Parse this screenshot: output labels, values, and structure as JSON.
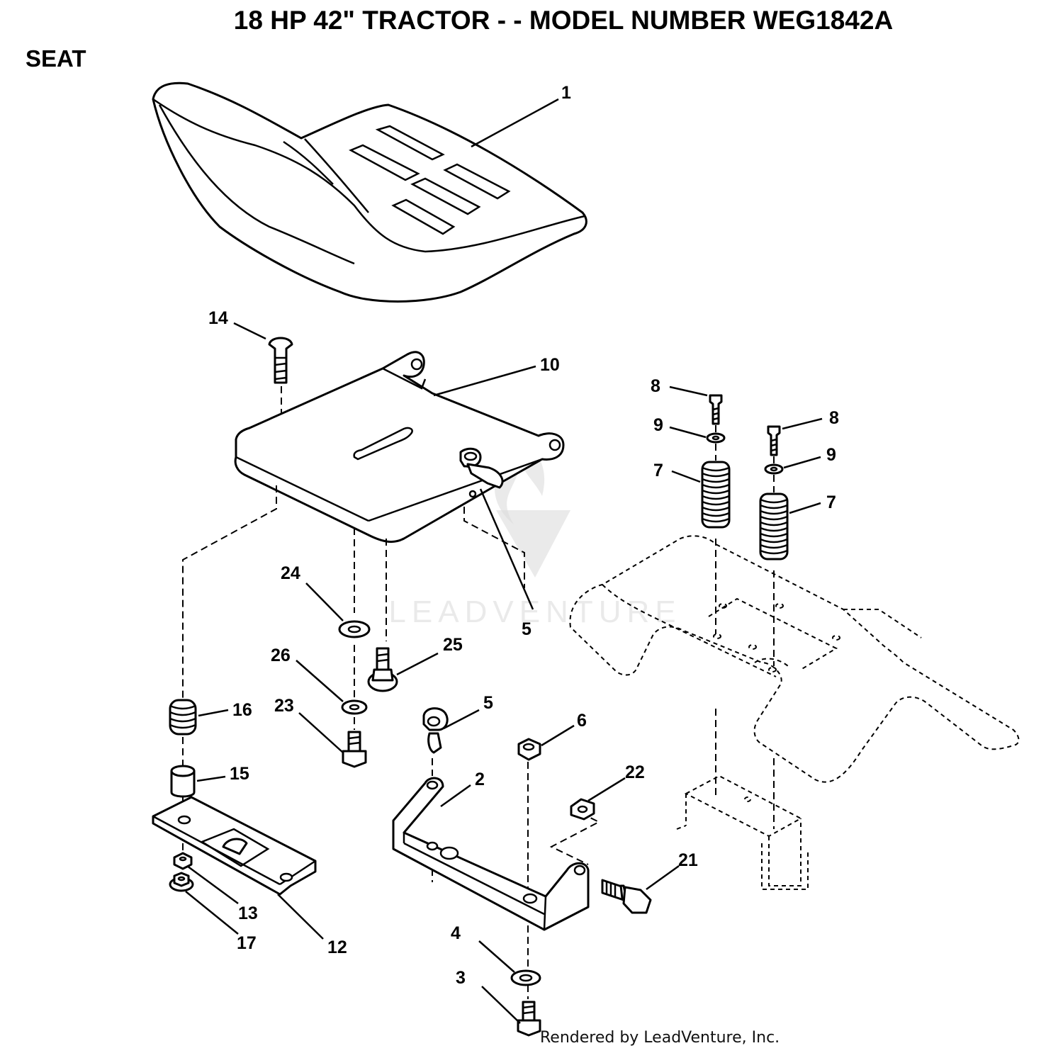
{
  "title": "18 HP 42\" TRACTOR - - MODEL NUMBER WEG1842A",
  "section": "SEAT",
  "watermark": "LEADVENTURE",
  "footer": "Rendered by LeadVenture, Inc.",
  "callouts": {
    "c1": "1",
    "c14": "14",
    "c10": "10",
    "c8a": "8",
    "c9a": "9",
    "c7a": "7",
    "c8b": "8",
    "c9b": "9",
    "c7b": "7",
    "c24": "24",
    "c5a": "5",
    "c25": "25",
    "c26": "26",
    "c16": "16",
    "c23": "23",
    "c5b": "5",
    "c6": "6",
    "c15": "15",
    "c2": "2",
    "c22": "22",
    "c21": "21",
    "c13": "13",
    "c17": "17",
    "c12": "12",
    "c4": "4",
    "c3": "3"
  }
}
